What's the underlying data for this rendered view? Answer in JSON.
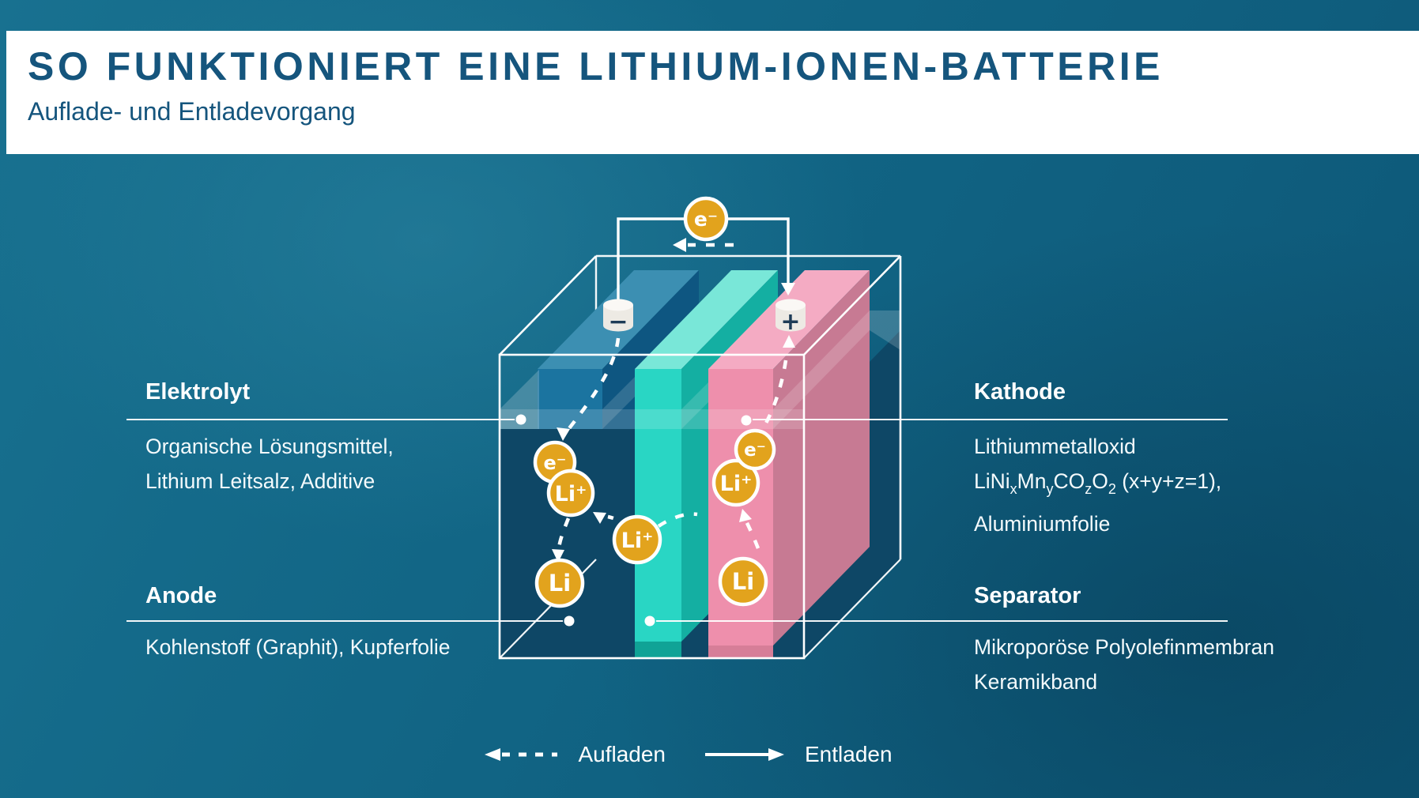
{
  "header": {
    "title": "SO FUNKTIONIERT EINE LITHIUM-IONEN-BATTERIE",
    "subtitle": "Auflade- und Entladevorgang"
  },
  "labels": {
    "elektrolyt": {
      "heading": "Elektrolyt",
      "line1": "Organische Lösungsmittel,",
      "line2": "Lithium Leitsalz, Additive"
    },
    "anode": {
      "heading": "Anode",
      "line1": "Kohlenstoff (Graphit), Kupferfolie"
    },
    "kathode": {
      "heading": "Kathode",
      "line1": "Lithiummetalloxid",
      "formula": {
        "p1": "LiNi",
        "s1": "x",
        "p2": "Mn",
        "s2": "y",
        "p3": "CO",
        "s3": "z",
        "p4": "O",
        "s4": "2",
        "p5": " (x+y+z=1),"
      },
      "line3": "Aluminiumfolie"
    },
    "separator": {
      "heading": "Separator",
      "line1": "Mikroporöse Polyolefinmembran",
      "line2": "Keramikband"
    }
  },
  "diagram": {
    "terminals": {
      "negative": "−",
      "positive": "+"
    },
    "particles": {
      "electron_top": "e⁻",
      "electron_anode": "e⁻",
      "li_ion_anode": "Li⁺",
      "li_anode": "Li",
      "li_ion_center": "Li⁺",
      "li_ion_cathode": "Li⁺",
      "electron_cathode": "e⁻",
      "li_cathode": "Li"
    }
  },
  "legend": {
    "charge": "Aufladen",
    "discharge": "Entladen"
  },
  "colors": {
    "title_blue": "#15557D",
    "background_teal": "#116484",
    "gold": "#E2A31D",
    "anode_blue_front": "#1B74A0",
    "anode_blue_top": "#3C8FB2",
    "anode_blue_side": "#0E5681",
    "separator_teal_front": "#29D6C4",
    "separator_teal_top": "#79E7D8",
    "separator_teal_side": "#14AFA2",
    "cathode_pink_front": "#EE8FAC",
    "cathode_pink_top": "#F4ABC3",
    "cathode_pink_side": "#C77A93",
    "interior_navy": "#0E4766",
    "line_white": "#FFFFFF"
  }
}
